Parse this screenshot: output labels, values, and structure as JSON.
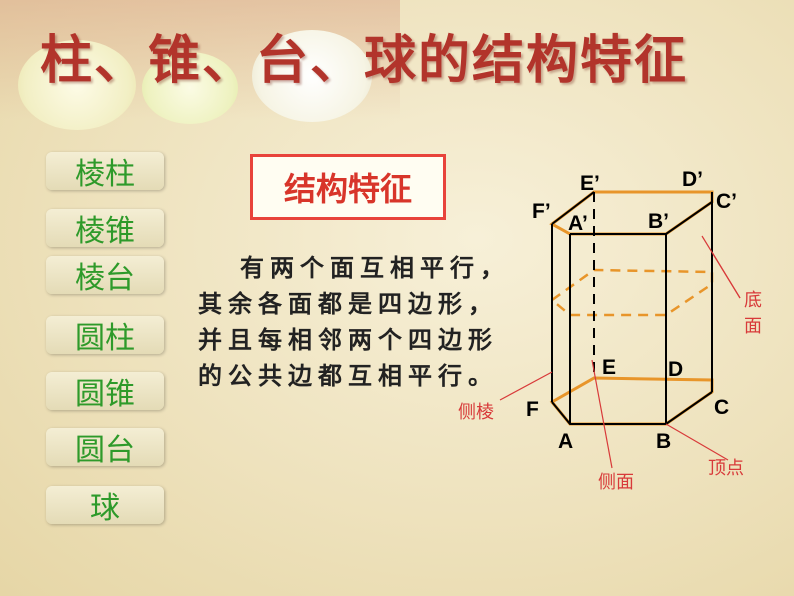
{
  "title": "柱、锥、台、球的结构特征",
  "nav": {
    "items": [
      {
        "label": "棱柱"
      },
      {
        "label": "棱锥"
      },
      {
        "label": "棱台"
      },
      {
        "label": "圆柱"
      },
      {
        "label": "圆锥"
      },
      {
        "label": "圆台"
      },
      {
        "label": "球"
      }
    ]
  },
  "feature": {
    "heading": "结构特征",
    "lines": [
      "有两个面互相平行，",
      "其余各面都是四边形，",
      "并且每相邻两个四边形",
      "的公共边都互相平行。"
    ]
  },
  "diagram": {
    "vertices": {
      "A": "A",
      "B": "B",
      "C": "C",
      "D": "D",
      "E": "E",
      "F": "F",
      "A1": "A’",
      "B1": "B’",
      "C1": "C’",
      "D1": "D’",
      "E1": "E’",
      "F1": "F’"
    },
    "callouts": {
      "base": "底面",
      "lateral_edge": "侧棱",
      "lateral_face": "侧面",
      "vertex": "顶点"
    },
    "colors": {
      "edge": "#000000",
      "base_outline": "#e8952a",
      "callout": "#d83a3a"
    }
  }
}
